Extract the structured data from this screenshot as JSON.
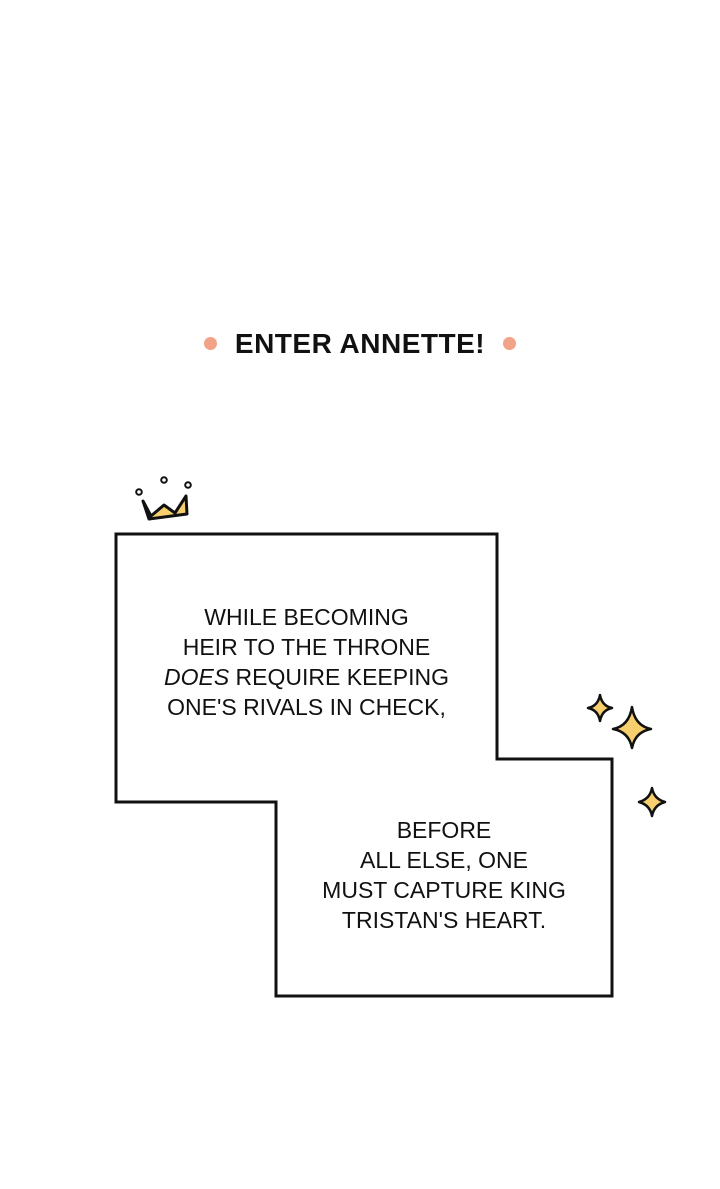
{
  "title": "ENTER ANNETTE!",
  "colors": {
    "dot": "#f2a387",
    "gold": "#f7cf6e",
    "ink": "#111111"
  },
  "caption1": {
    "lines": [
      "WHILE BECOMING",
      "HEIR TO THE THRONE"
    ],
    "emphasis": "DOES",
    "line3_rest": " REQUIRE KEEPING",
    "line4": "ONE'S RIVALS IN CHECK,"
  },
  "caption2": {
    "lines": [
      "BEFORE",
      "ALL ELSE, ONE",
      "MUST CAPTURE KING",
      "TRISTAN'S HEART."
    ]
  },
  "icons": [
    "crown-icon",
    "sparkle-icon"
  ]
}
